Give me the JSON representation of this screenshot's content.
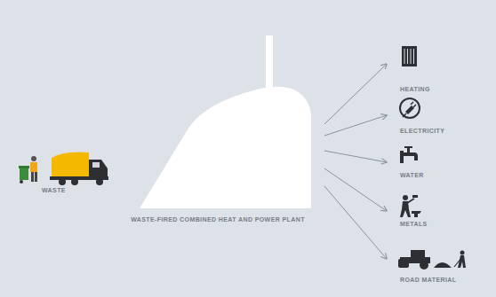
{
  "diagram": {
    "nodes": [
      {
        "text": [
          "WASTE-FIRED COMBINED HEAT AND POWER PLANT"
        ]
      },
      {
        "text": [
          "HEATING"
        ]
      },
      {
        "text": [
          "ELECTRICITY"
        ]
      },
      {
        "text": [
          "WATER"
        ]
      },
      {
        "text": [
          "METALS"
        ]
      },
      {
        "text": [
          "ROAD MATERIAL"
        ]
      }
    ],
    "edges": [
      {
        "from": 0,
        "to": 1,
        "arrow": "to"
      },
      {
        "from": 0,
        "to": 2,
        "arrow": "to"
      },
      {
        "from": 0,
        "to": 3,
        "arrow": "to"
      },
      {
        "from": 0,
        "to": 4,
        "arrow": "to"
      },
      {
        "from": 0,
        "to": 5,
        "arrow": "to"
      }
    ],
    "labels": [
      "WASTE"
    ]
  }
}
